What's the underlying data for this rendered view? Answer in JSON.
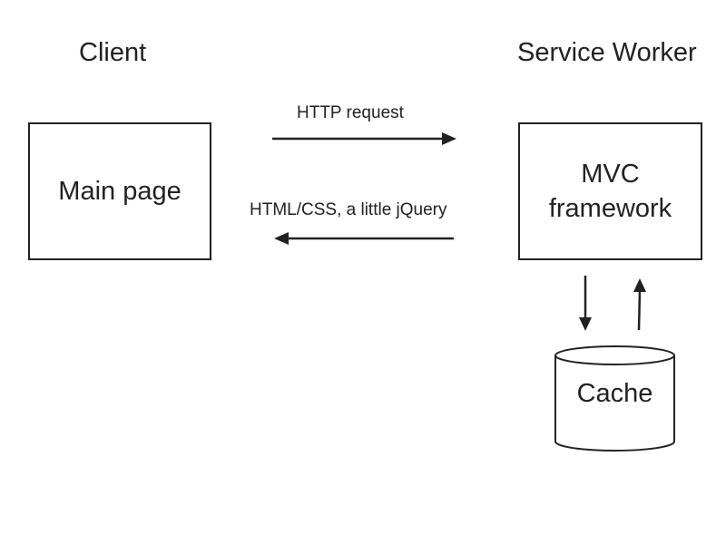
{
  "headings": {
    "client": "Client",
    "service_worker": "Service Worker"
  },
  "nodes": {
    "main_page": "Main page",
    "mvc_line1": "MVC",
    "mvc_line2": "framework",
    "cache": "Cache"
  },
  "edges": {
    "request": "HTTP request",
    "response": "HTML/CSS, a little jQuery"
  },
  "colors": {
    "stroke": "#222222",
    "background": "#ffffff"
  }
}
